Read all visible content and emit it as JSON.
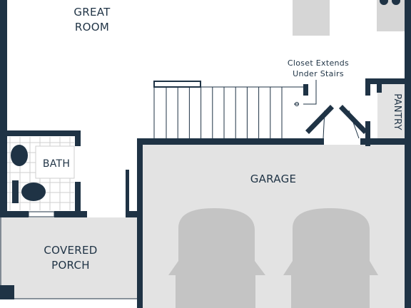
{
  "rooms": {
    "great_room": [
      "GREAT",
      "ROOM"
    ],
    "bath": "BATH",
    "garage": "GARAGE",
    "covered_porch": [
      "COVERED",
      "PORCH"
    ],
    "pantry": "PANTRY"
  },
  "annotation": [
    "Closet Extends",
    "Under Stairs"
  ],
  "colors": {
    "wall": "#1f3345",
    "garage_floor": "#e3e3e3",
    "car": "#c4c4c4",
    "fixture": "#d6d6d6"
  },
  "icons": [
    "car-silhouette-icon",
    "toilet-icon",
    "sink-icon",
    "cooktop-icon",
    "kitchen-island-icon"
  ]
}
